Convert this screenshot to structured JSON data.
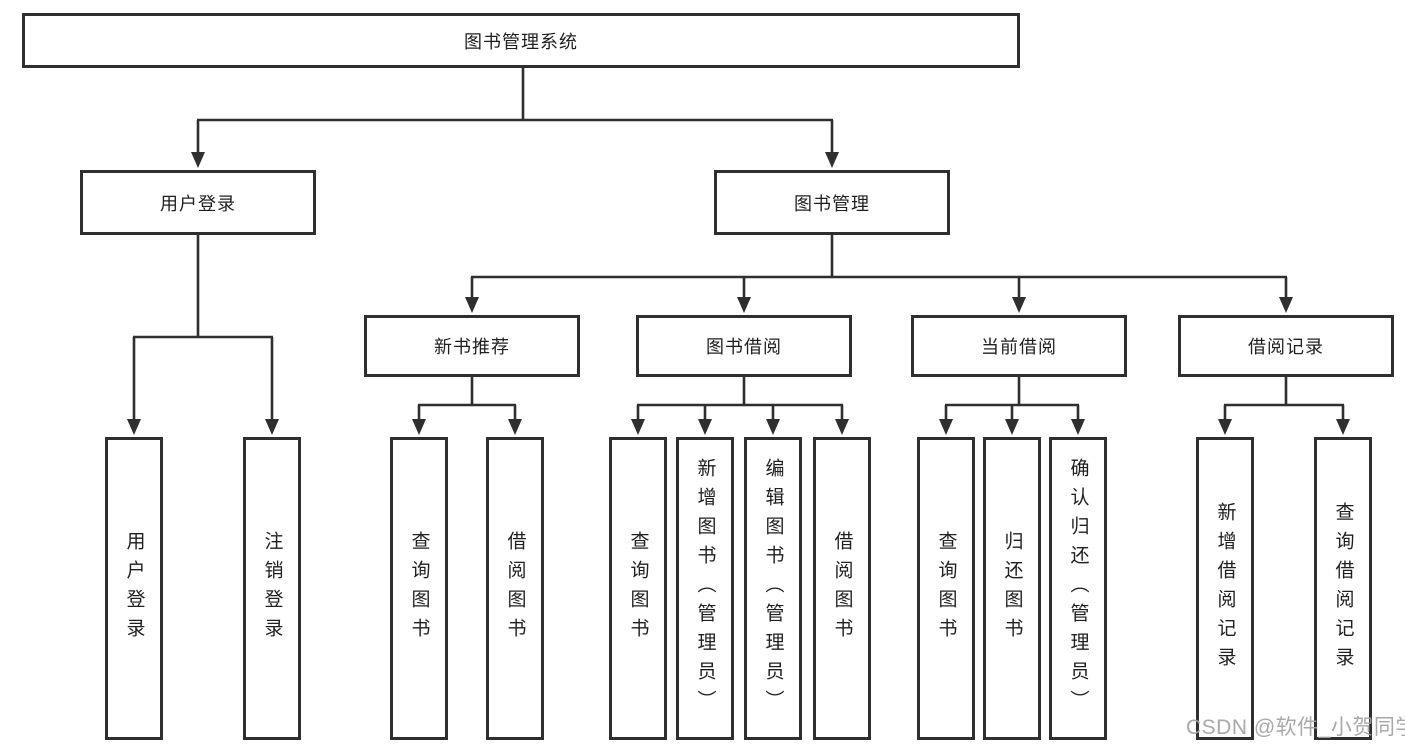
{
  "diagram": {
    "root": {
      "label": "图书管理系统"
    },
    "branches": {
      "user_login": {
        "label": "用户登录",
        "children": [
          "用户登录",
          "注销登录"
        ]
      },
      "book_management": {
        "label": "图书管理",
        "sections": {
          "new_book": {
            "label": "新书推荐",
            "children": [
              "查询图书",
              "借阅图书"
            ]
          },
          "book_borrow": {
            "label": "图书借阅",
            "children": [
              "查询图书",
              "新增图书（管理员）",
              "编辑图书（管理员）",
              "借阅图书"
            ]
          },
          "current_borrow": {
            "label": "当前借阅",
            "children": [
              "查询图书",
              "归还图书",
              "确认归还（管理员）"
            ]
          },
          "borrow_record": {
            "label": "借阅记录",
            "children": [
              "新增借阅记录",
              "查询借阅记录"
            ]
          }
        }
      }
    }
  },
  "watermark": {
    "text": "CSDN @软件_小贺同学"
  },
  "colors": {
    "line": "#2f2f2f",
    "box_border": "#2f2f2f",
    "box_background": "#ffffff",
    "page_background": "#ffffff",
    "text": "#1f1f1f",
    "watermark": "#a2a2a2"
  }
}
